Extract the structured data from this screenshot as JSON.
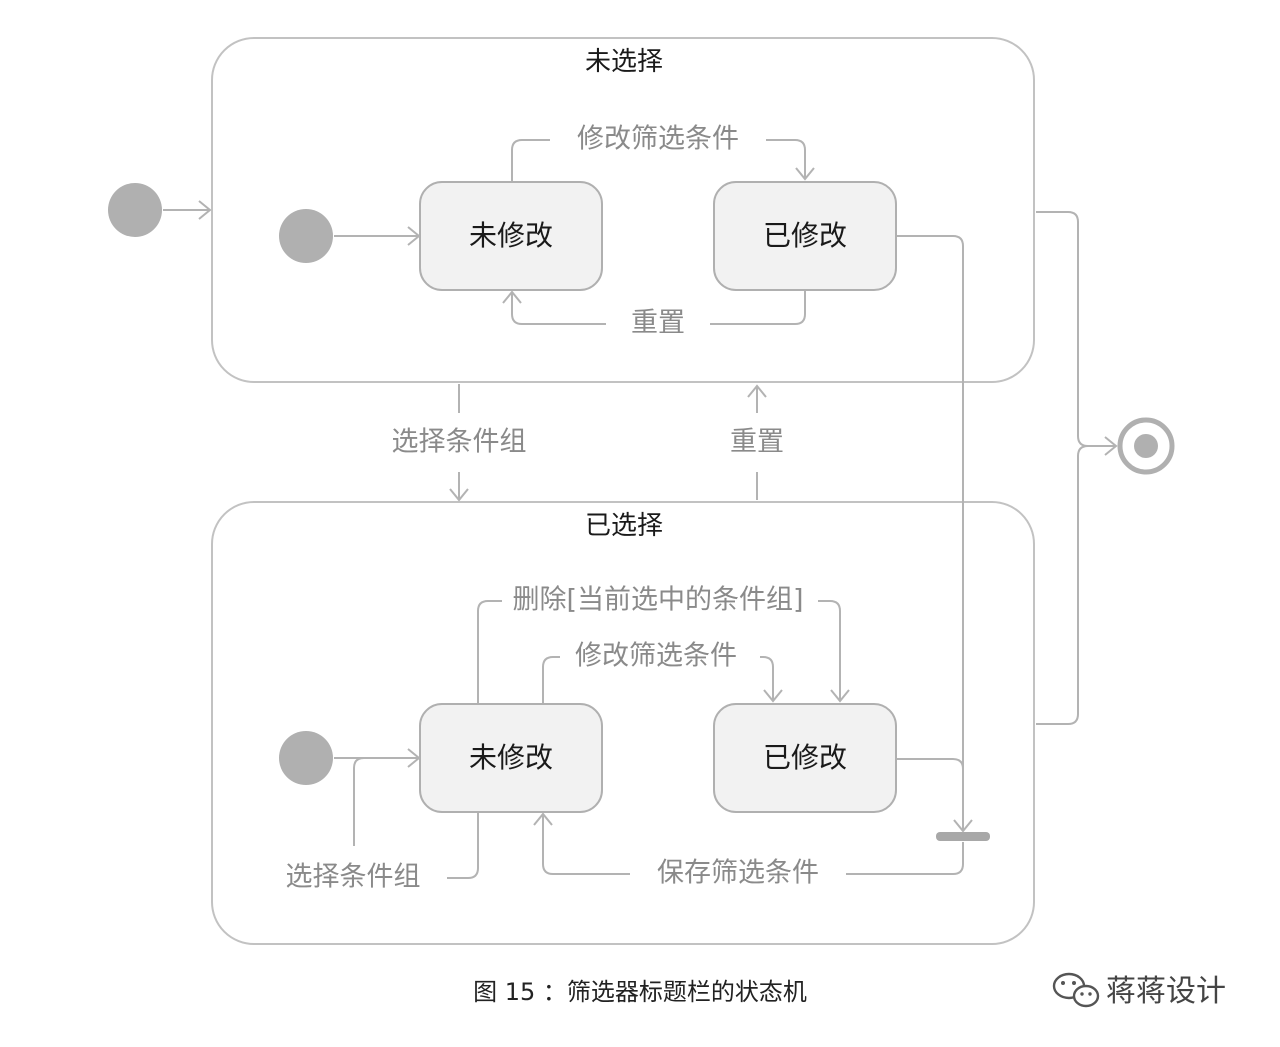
{
  "composite_top": {
    "title": "未选择"
  },
  "composite_bottom": {
    "title": "已选择"
  },
  "states": {
    "top_unmodified": "未修改",
    "top_modified": "已修改",
    "bottom_unmodified": "未修改",
    "bottom_modified": "已修改"
  },
  "transitions": {
    "top_modify": "修改筛选条件",
    "top_reset": "重置",
    "select_group": "选择条件组",
    "reset_between": "重置",
    "bottom_delete": "删除[当前选中的条件组]",
    "bottom_modify": "修改筛选条件",
    "bottom_save": "保存筛选条件",
    "bottom_select_group": "选择条件组"
  },
  "caption": "图 15 ：筛选器标题栏的状态机",
  "watermark": {
    "text": "蒋蒋设计",
    "icon": "wechat-icon"
  },
  "colors": {
    "line": "#b3b3b3",
    "state_fill": "#f2f2f2",
    "pseudo_state": "#b0b0b0"
  }
}
